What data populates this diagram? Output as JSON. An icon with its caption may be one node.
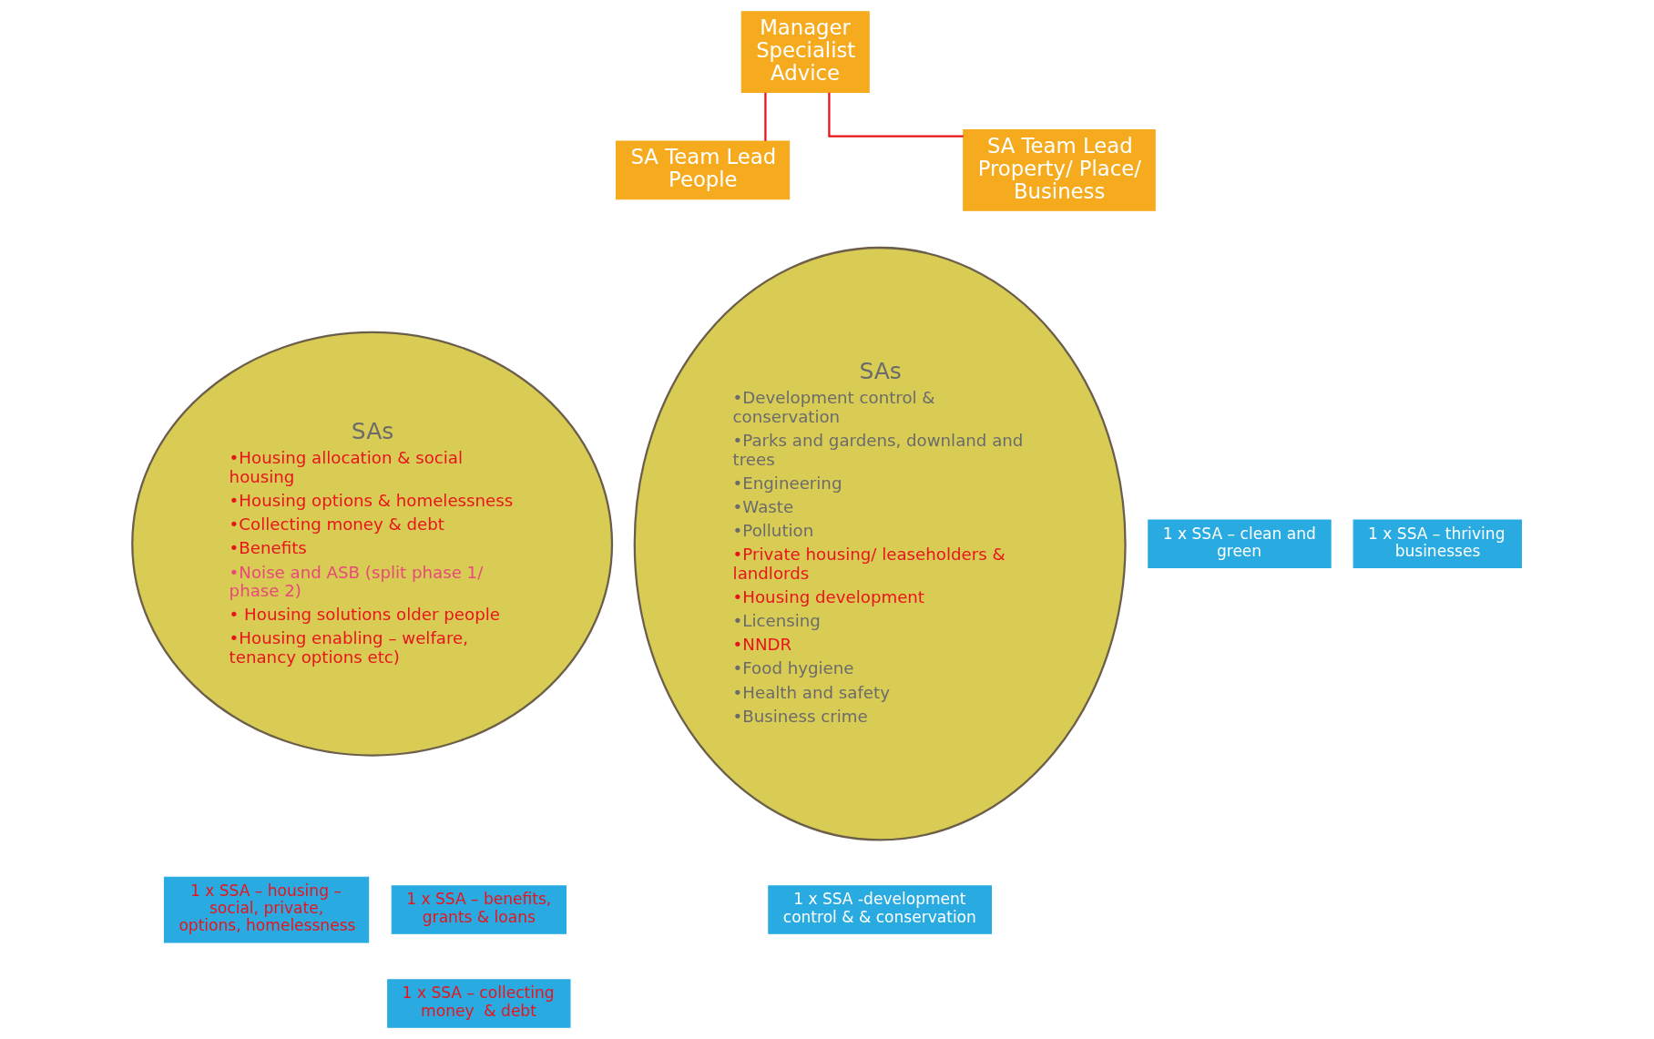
{
  "diagram": {
    "nodes": [
      {
        "text": [
          "Manager Specialist Advice"
        ]
      },
      {
        "text": [
          "SA Team Lead People"
        ]
      },
      {
        "text": [
          "SA Team Lead Property/ Place/ Business"
        ]
      },
      {
        "text": [
          "SAs",
          "•Housing allocation & social housing",
          "•Housing options & homelessness",
          "•Collecting money & debt",
          "•Benefits",
          "•Noise and ASB (split phase 1/ phase 2)",
          "• Housing solutions older people",
          "•Housing enabling – welfare, tenancy options etc)"
        ]
      },
      {
        "text": [
          "SAs",
          "•Development control & conservation",
          "•Parks and gardens, downland and trees",
          "•Engineering",
          "•Waste",
          "•Pollution",
          "•Private housing/ leaseholders & landlords",
          "•Housing development",
          "•Licensing",
          "•NNDR",
          "•Food hygiene",
          "•Health and safety",
          "•Business crime"
        ]
      },
      {
        "text": [
          "1 x SSA – clean and green"
        ]
      },
      {
        "text": [
          "1 x SSA – thriving businesses"
        ]
      },
      {
        "text": [
          "1 x SSA -development control & & conservation"
        ]
      },
      {
        "text": [
          "1 x SSA – housing – social, private, options, homelessness"
        ]
      },
      {
        "text": [
          "1 x SSA – benefits, grants & loans"
        ]
      },
      {
        "text": [
          "1 x SSA – collecting money  & debt"
        ]
      }
    ],
    "edges": [
      {
        "from": 0,
        "to": 1,
        "arrow": "none"
      },
      {
        "from": 0,
        "to": 2,
        "arrow": "none"
      }
    ]
  }
}
